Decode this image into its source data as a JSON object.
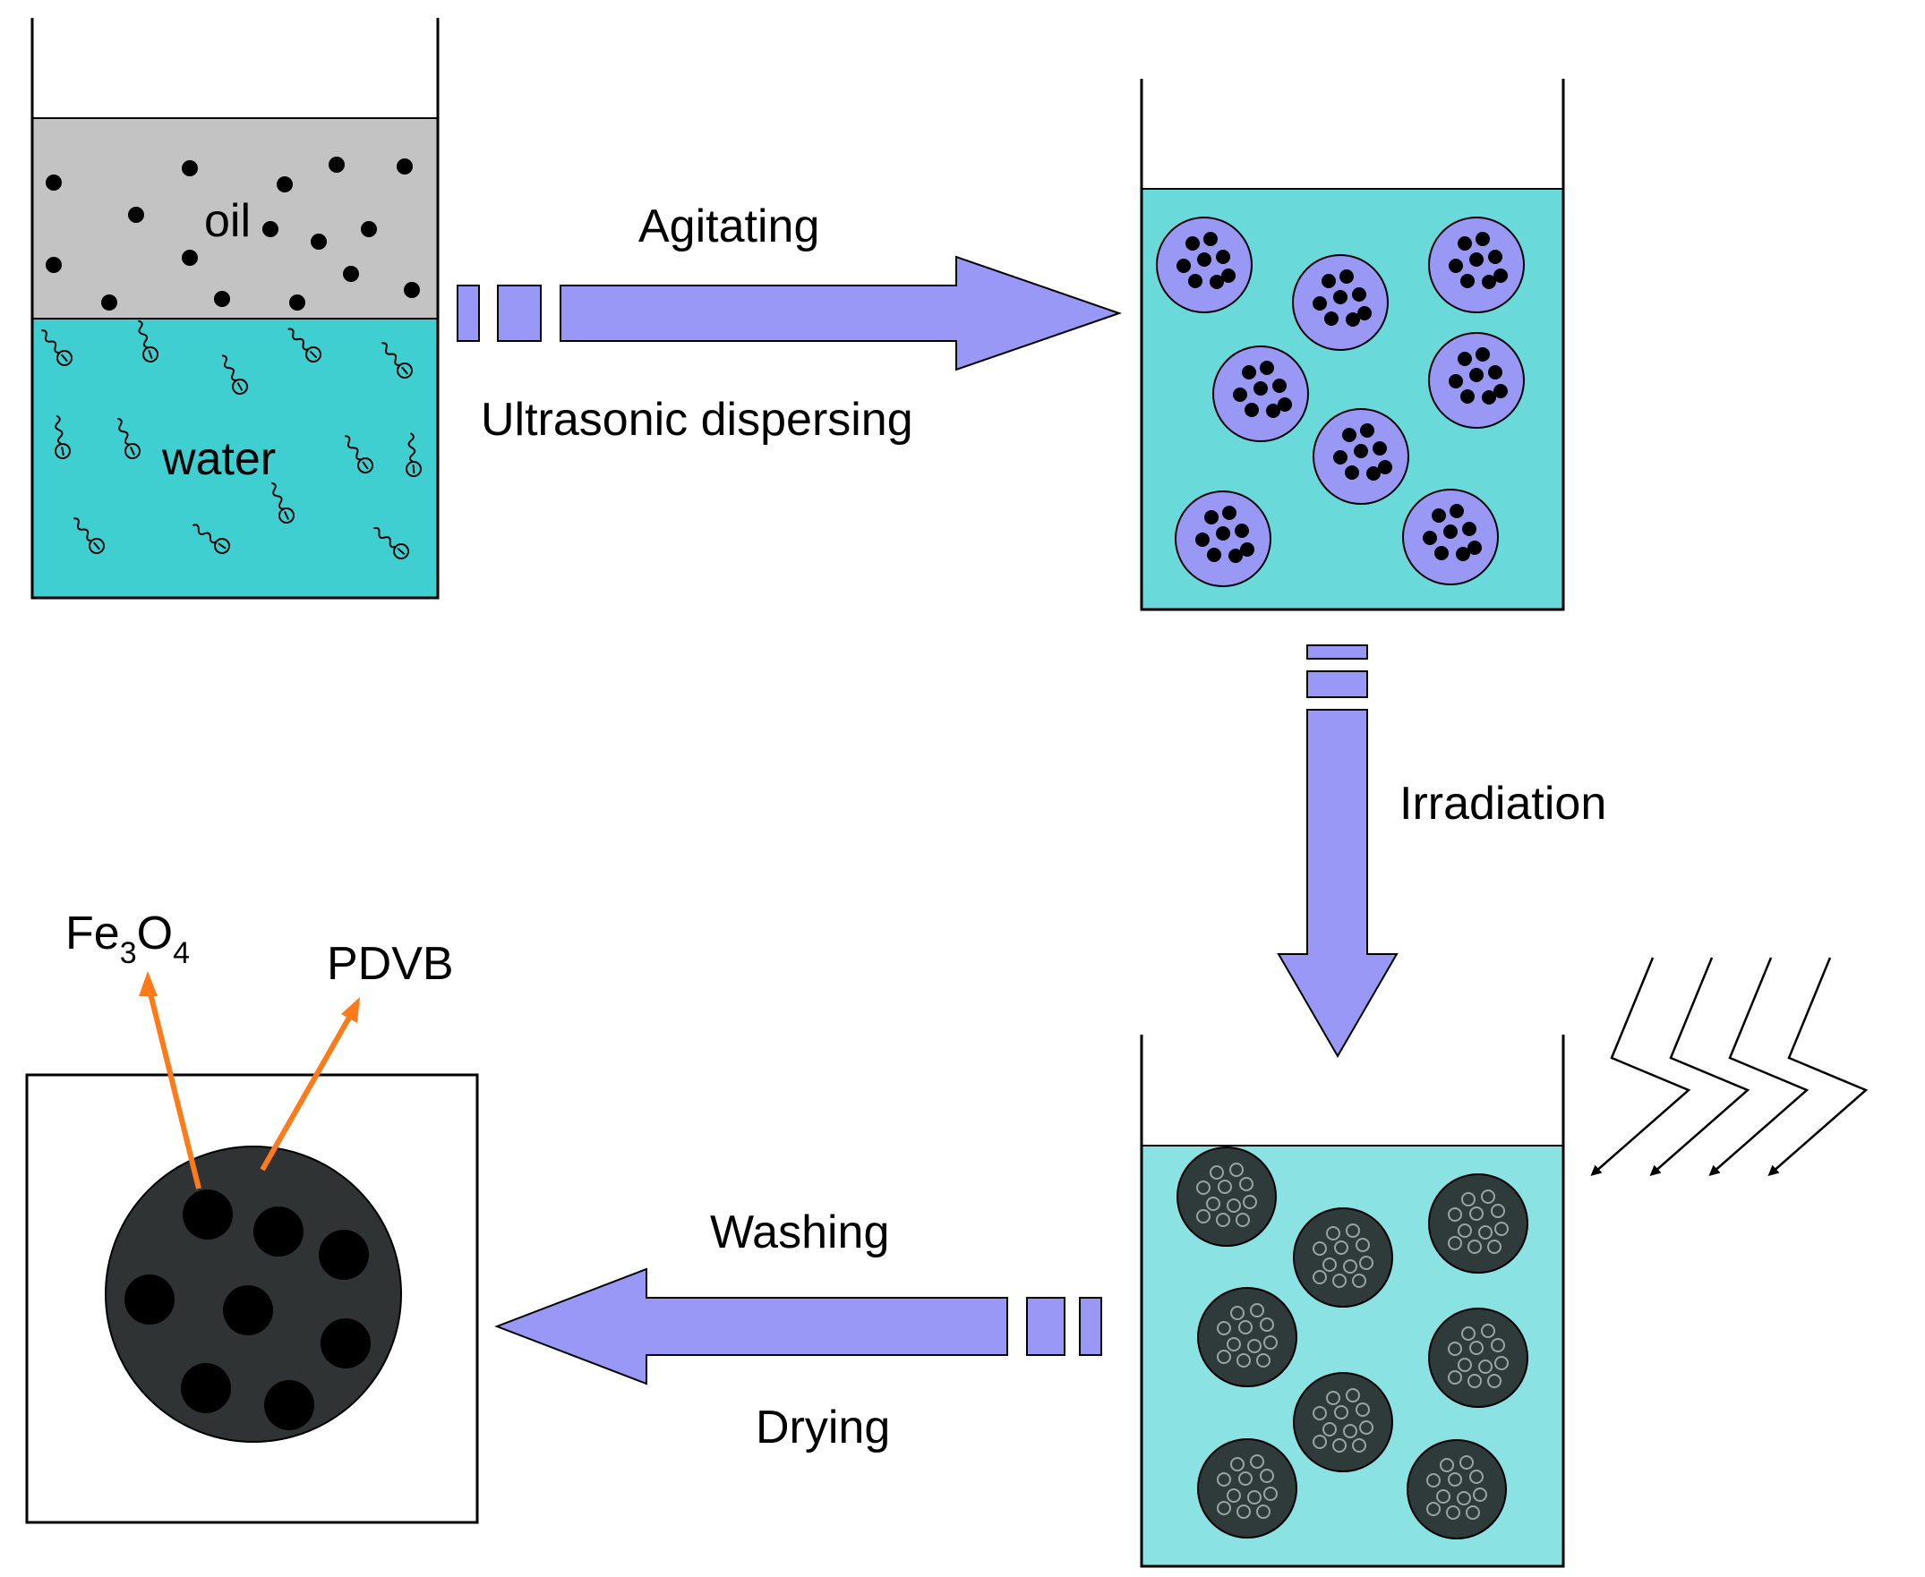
{
  "labels": {
    "oil": "oil",
    "water": "water",
    "agitating": "Agitating",
    "ultrasonic": "Ultrasonic dispersing",
    "irradiation": "Irradiation",
    "washing": "Washing",
    "drying": "Drying",
    "fe3o4_main": "Fe",
    "fe3o4_sub1": "3",
    "fe3o4_mid": "O",
    "fe3o4_sub2": "4",
    "pdvb": "PDVB"
  },
  "colors": {
    "oil_layer": "#c3c3c3",
    "water_layer": "#3fcfd1",
    "emulsion": "#6ad9da",
    "irradiated_medium": "#8be2e2",
    "droplet": "#9a98f5",
    "polymer_bead": "#2f3b3b",
    "arrow_fill": "#9a98f7",
    "pointer": "#ff7a18",
    "particle": "#000000"
  }
}
